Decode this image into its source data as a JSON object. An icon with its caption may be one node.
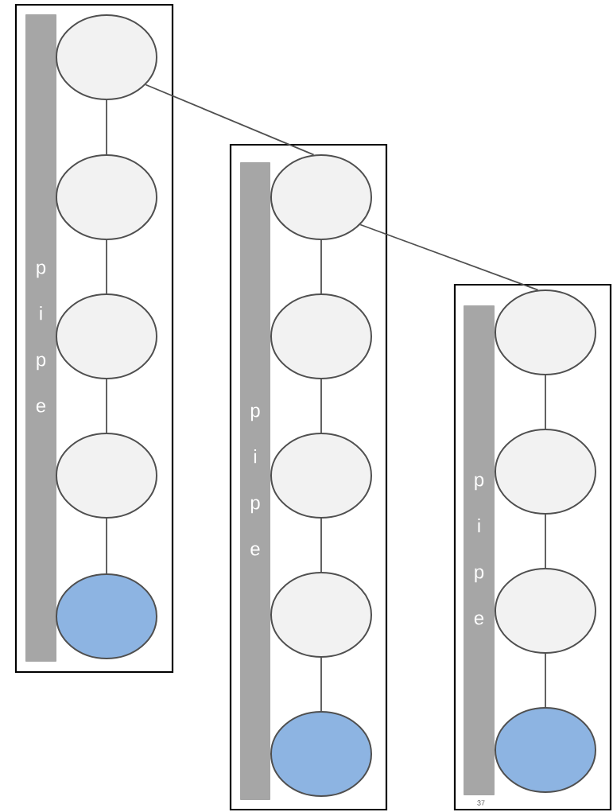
{
  "diagram": {
    "nodes": [
      {
        "text": [],
        "shape": "box"
      },
      {
        "text": [
          "pipe"
        ],
        "in": 0
      },
      {
        "text": [],
        "shape": "ellipse",
        "in": 0
      },
      {
        "text": [],
        "shape": "ellipse",
        "in": 0
      },
      {
        "text": [],
        "shape": "ellipse",
        "in": 0
      },
      {
        "text": [],
        "shape": "ellipse",
        "in": 0
      },
      {
        "text": [],
        "shape": "ellipse",
        "in": 0
      },
      {
        "text": [],
        "shape": "box"
      },
      {
        "text": [
          "pipe"
        ],
        "in": 7
      },
      {
        "text": [],
        "shape": "ellipse",
        "in": 7
      },
      {
        "text": [],
        "shape": "ellipse",
        "in": 7
      },
      {
        "text": [],
        "shape": "ellipse",
        "in": 7
      },
      {
        "text": [],
        "shape": "ellipse",
        "in": 7
      },
      {
        "text": [],
        "shape": "ellipse",
        "in": 7
      },
      {
        "text": [],
        "shape": "box"
      },
      {
        "text": [
          "pipe"
        ],
        "in": 14
      },
      {
        "text": [],
        "shape": "ellipse",
        "in": 14
      },
      {
        "text": [],
        "shape": "ellipse",
        "in": 14
      },
      {
        "text": [],
        "shape": "ellipse",
        "in": 14
      },
      {
        "text": [],
        "shape": "ellipse",
        "in": 14
      }
    ],
    "edges": [
      {
        "from": 2,
        "to": 3,
        "arrow": "none"
      },
      {
        "from": 3,
        "to": 4,
        "arrow": "none"
      },
      {
        "from": 4,
        "to": 5,
        "arrow": "none"
      },
      {
        "from": 5,
        "to": 6,
        "arrow": "none"
      },
      {
        "from": 2,
        "to": 9,
        "arrow": "none"
      },
      {
        "from": 9,
        "to": 10,
        "arrow": "none"
      },
      {
        "from": 10,
        "to": 11,
        "arrow": "none"
      },
      {
        "from": 11,
        "to": 12,
        "arrow": "none"
      },
      {
        "from": 12,
        "to": 13,
        "arrow": "none"
      },
      {
        "from": 9,
        "to": 16,
        "arrow": "none"
      },
      {
        "from": 16,
        "to": 17,
        "arrow": "none"
      },
      {
        "from": 17,
        "to": 18,
        "arrow": "none"
      },
      {
        "from": 18,
        "to": 19,
        "arrow": "none"
      }
    ],
    "labels": [
      "37"
    ]
  }
}
